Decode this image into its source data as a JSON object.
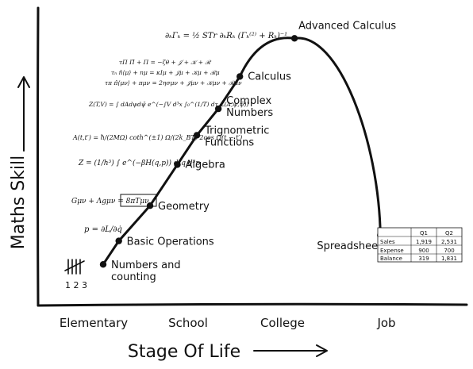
{
  "chart_data": {
    "type": "line",
    "title": "",
    "xlabel": "Stage Of Life",
    "ylabel": "Maths Skill",
    "x_ticks": [
      "Elementary",
      "School",
      "College",
      "Job"
    ],
    "ylim": [
      0,
      100
    ],
    "grid": false,
    "points": [
      {
        "label": "Numbers and counting",
        "x": 0.0,
        "y": 14
      },
      {
        "label": "Basic Operations",
        "x": 0.16,
        "y": 22
      },
      {
        "label": "Geometry",
        "x": 0.48,
        "y": 34
      },
      {
        "label": "Algebra",
        "x": 0.76,
        "y": 48
      },
      {
        "label": "Trignometric Functions",
        "x": 0.96,
        "y": 58
      },
      {
        "label": "Complex Numbers",
        "x": 1.18,
        "y": 67
      },
      {
        "label": "Calculus",
        "x": 1.4,
        "y": 78
      },
      {
        "label": "Advanced Calculus",
        "x": 1.96,
        "y": 91
      },
      {
        "label": "Spreadsheet",
        "x": 2.84,
        "y": 24
      }
    ],
    "point_label_lines": {
      "Numbers and counting": [
        "Numbers and",
        "counting"
      ],
      "Complex Numbers": [
        "Complex",
        "Numbers"
      ],
      "Trignometric Functions": [
        "Trignometric",
        "Functions"
      ]
    }
  },
  "tally": {
    "digits": "1 2 3"
  },
  "equations": [
    "∂ₖΓₖ = ½ STr ∂ₖRₖ (Γₖ⁽²⁾ + Rₖ)⁻¹",
    "τΠ Π̂ + Π = −ζθ + 𝒥 + 𝒦 + ℛ",
    "τₙ n̂⟨μ⟩ + nμ = κIμ + 𝒥μ + 𝒦μ + ℛμ",
    "τπ π̂⟨μν⟩ + πμν = 2ησμν + 𝒥μν + 𝒦μν + ℛμν",
    "Z(T,V) = ∫ dAdψdψ̄ e^(−∫V d³x ∫₀^(1/T) dτ ℒ(A,ψ,ψ̄))",
    "A(t,t′) = ħ/(2MΩ) coth^(±1) Ω/(2k_BT) 2cos Ω(t − t′)",
    "Z = (1/h³) ∫ e^(−βH(q,p)) d³q d³p",
    "Gμν + Λgμν = 8πTμν",
    "p = ∂L/∂q̇"
  ],
  "table": {
    "headers": [
      "",
      "Q1",
      "Q2"
    ],
    "rows": [
      [
        "Sales",
        "1,919",
        "2,531"
      ],
      [
        "Expense",
        "900",
        "700"
      ],
      [
        "Balance",
        "319",
        "1,831"
      ]
    ]
  }
}
